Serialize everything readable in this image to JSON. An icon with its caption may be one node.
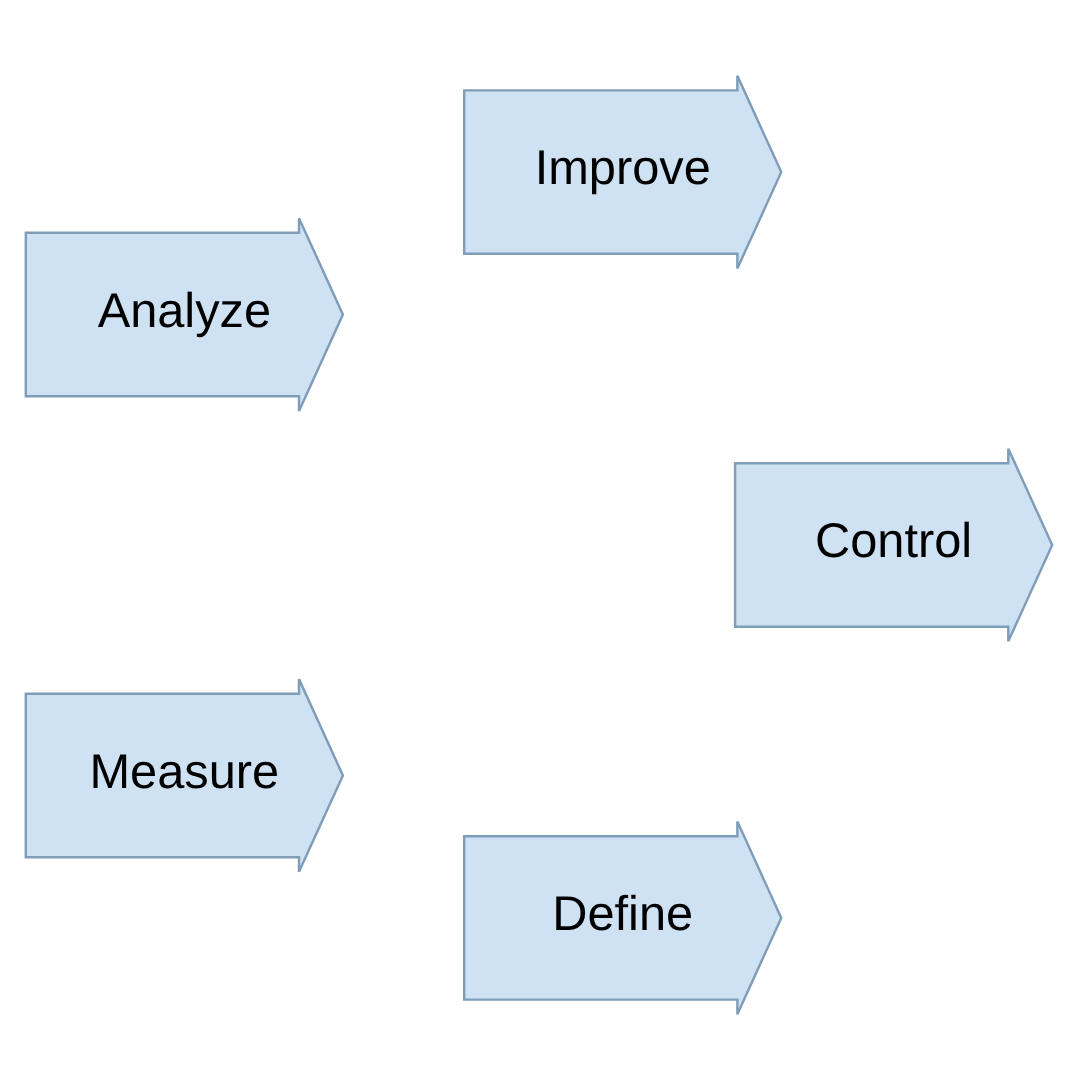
{
  "diagram": {
    "nodes": [
      {
        "text": [
          "Define"
        ]
      },
      {
        "text": [
          "Measure"
        ]
      },
      {
        "text": [
          "Analyze"
        ]
      },
      {
        "text": [
          "Improve"
        ]
      },
      {
        "text": [
          "Control"
        ]
      }
    ]
  }
}
